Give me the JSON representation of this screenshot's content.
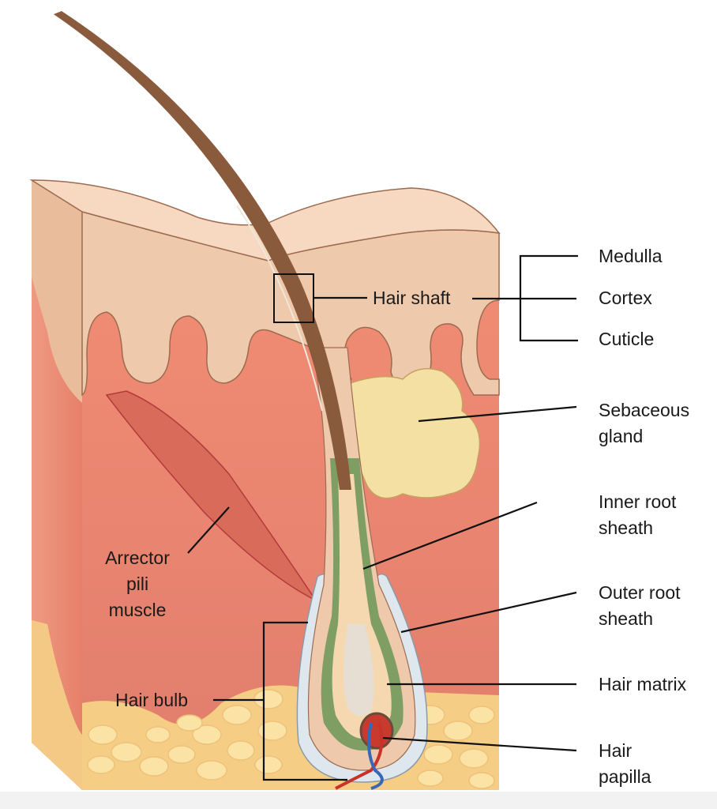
{
  "title": "Hair follicle anatomy",
  "labels": {
    "hair_shaft": "Hair shaft",
    "medulla": "Medulla",
    "cortex": "Cortex",
    "cuticle": "Cuticle",
    "sebaceous_gland": [
      "Sebaceous",
      "gland"
    ],
    "inner_root_sheath": [
      "Inner root",
      "sheath"
    ],
    "outer_root_sheath": [
      "Outer root",
      "sheath"
    ],
    "hair_matrix": "Hair matrix",
    "hair_papilla": [
      "Hair",
      "papilla"
    ],
    "arrector_pili_muscle": [
      "Arrector",
      "pili",
      "muscle"
    ],
    "hair_bulb": "Hair bulb"
  },
  "colors": {
    "epidermis": "#efc8aa",
    "epidermis_top": "#f6d8bf",
    "dermis": "#ec8f78",
    "hypodermis": "#f7d38e",
    "fat_cell": "#fbe2a8",
    "hair": "#8a5a3c",
    "sebaceous": "#f5e0a4",
    "inner_sheath": "#7f9e64",
    "outer_sheath": "#dfe7ee",
    "muscle": "#d86f5e",
    "leader": "#111111"
  }
}
